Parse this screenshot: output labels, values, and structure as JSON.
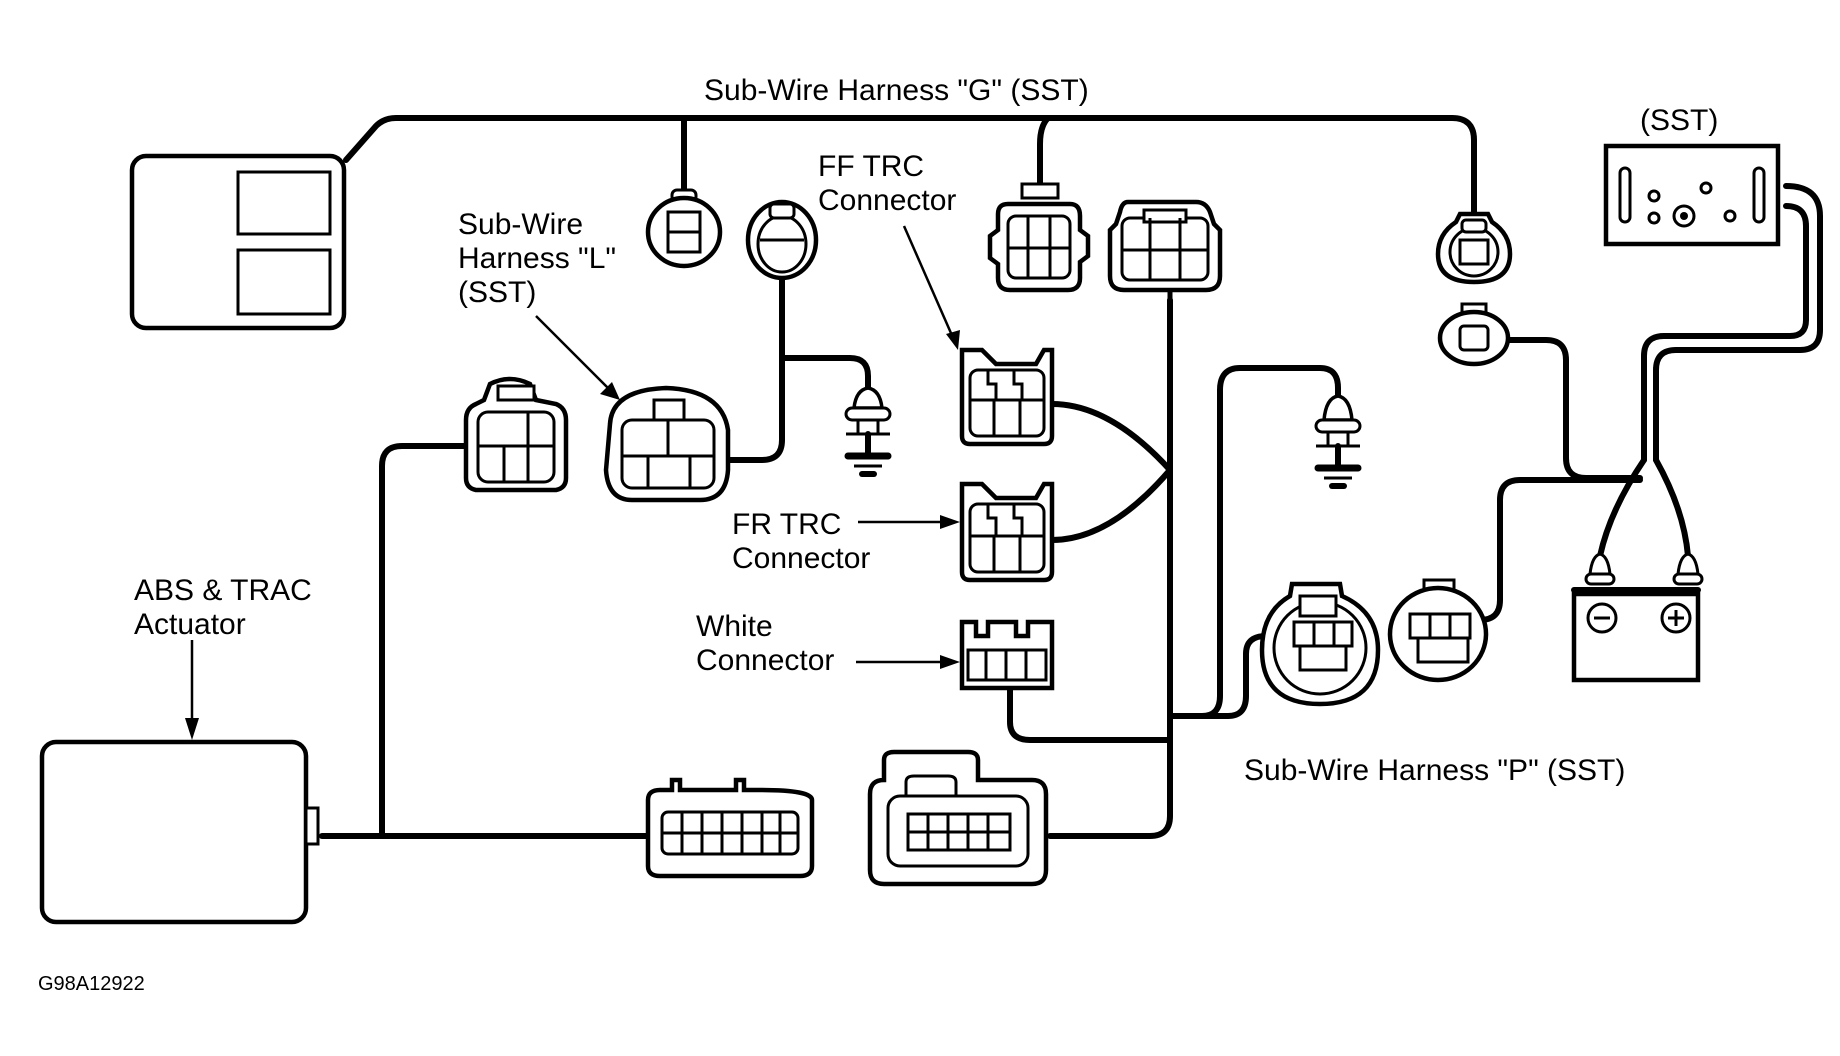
{
  "figure_code": "G98A12922",
  "labels": {
    "harness_g": "Sub-Wire Harness \"G\" (SST)",
    "harness_l": [
      "Sub-Wire",
      "Harness \"L\"",
      "(SST)"
    ],
    "ff_trc": [
      "FF TRC",
      "Connector"
    ],
    "fr_trc": [
      "FR TRC",
      "Connector"
    ],
    "white_connector": [
      "White",
      "Connector"
    ],
    "actuator": [
      "ABS & TRAC",
      "Actuator"
    ],
    "harness_p": "Sub-Wire Harness \"P\" (SST)",
    "sst_box": "(SST)"
  },
  "battery": {
    "negative_symbol": "−",
    "positive_symbol": "+"
  }
}
